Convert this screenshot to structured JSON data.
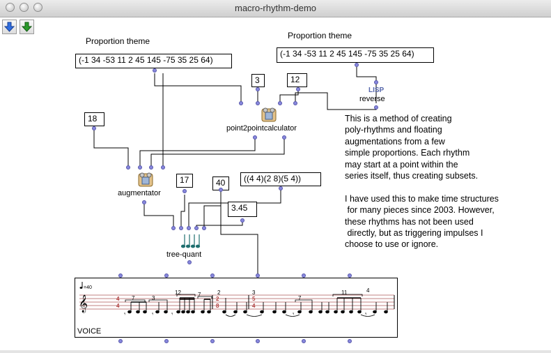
{
  "window": {
    "title": "macro-rhythm-demo"
  },
  "toolbar": {
    "buttons": [
      "arrow-down-blue-icon",
      "arrow-down-green-icon"
    ]
  },
  "labels": {
    "proportion_theme_left": "Proportion theme",
    "proportion_theme_right": "Proportion theme"
  },
  "boxes": {
    "list_left": "(-1 34 -53 11 2 45 145 -75 35 25 64)",
    "list_right": "(-1 34 -53 11 2 45 145 -75 35 25 64)",
    "num_3": "3",
    "num_12": "12",
    "num_18": "18",
    "num_17": "17",
    "num_40": "40",
    "tempo_list": "((4 4)(2 8)(5 4))",
    "num_345": "3.45"
  },
  "objects": {
    "lisp_tag": "LISP",
    "reverse": "reverse",
    "point2point": "point2pointcalculator",
    "augmentator": "augmentator",
    "tree_quant": "tree-quant"
  },
  "comment": "This is a method of creating\npoly-rhythms and floating\naugmentations from a few\nsimple proportions. Each rhythm\nmay start at a point within the\nseries itself, thus creating subsets.\n\nI have used this to make time structures\n for many pieces since 2003. However,\nthese rhythms has not been used\n directly, but as triggering impulses I\nchoose to use or ignore.",
  "voice": {
    "label": "VOICE",
    "tempo": "=40",
    "time_signatures": [
      "4/4",
      "2/8",
      "5/4"
    ],
    "tuplets": [
      "7",
      "3",
      "12",
      "7",
      "2",
      "3",
      "7",
      "11",
      "4"
    ]
  },
  "colors": {
    "inlet": "#8888dd",
    "staff": "#c08080",
    "lisp": "#5566aa"
  }
}
